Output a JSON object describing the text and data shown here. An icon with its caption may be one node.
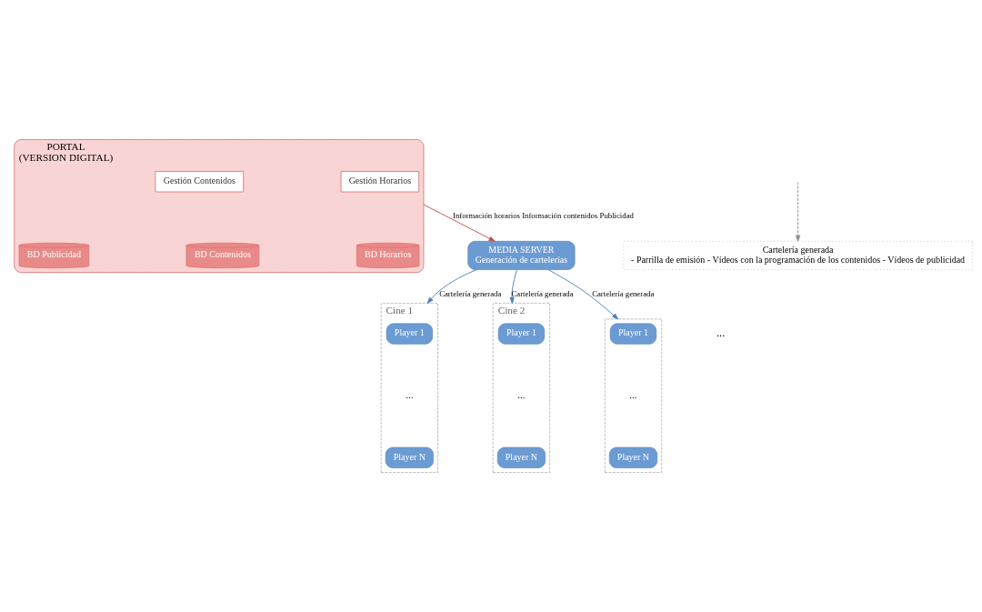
{
  "diagram": {
    "nodes": [
      {
        "text": [
          "PORTAL",
          "(VERSION DIGITAL)"
        ]
      },
      {
        "text": [
          "Gestión Horarios"
        ],
        "in": 0
      },
      {
        "text": [
          "Gestión Contenidos"
        ],
        "in": 0
      },
      {
        "text": [
          "BD Horarios"
        ],
        "in": 0
      },
      {
        "text": [
          "BD Contenidos"
        ],
        "in": 0
      },
      {
        "text": [
          "BD Publicidad"
        ],
        "in": 0
      },
      {
        "text": [
          "MEDIA SERVER",
          "Generación de cartelerías"
        ]
      },
      {
        "text": [
          "Cartelería generada",
          "- Parrilla de emisión - Vídeos con la programación de los contenidos - Vídeos de publicidad"
        ]
      },
      {
        "text": [
          "Cine 1"
        ]
      },
      {
        "text": [
          "Player 1"
        ],
        "in": 8
      },
      {
        "text": [
          "Player N"
        ],
        "in": 8
      },
      {
        "text": [
          "Cine 2"
        ]
      },
      {
        "text": [
          "Player 1"
        ],
        "in": 11
      },
      {
        "text": [
          "Player N"
        ],
        "in": 11
      },
      {
        "text": [],
        "shape": "box"
      },
      {
        "text": [
          "Player 1"
        ],
        "in": 14
      },
      {
        "text": [
          "Player N"
        ],
        "in": 14
      }
    ],
    "edges": [
      {
        "from": 0,
        "to": 6,
        "arrow": "to",
        "label": "Información horarios Información contenidos Publicidad",
        "color": "#c0504d"
      },
      {
        "from": null,
        "to": 7,
        "arrow": "to",
        "style": "dashed",
        "color": "#909090"
      },
      {
        "from": 6,
        "to": 8,
        "arrow": "to",
        "label": "Cartelería generada"
      },
      {
        "from": 6,
        "to": 11,
        "arrow": "to",
        "label": "Cartelería generada"
      },
      {
        "from": 6,
        "to": 14,
        "arrow": "to",
        "label": "Cartelería generada"
      }
    ],
    "labels": [
      "...",
      "...",
      "...",
      "..."
    ]
  }
}
